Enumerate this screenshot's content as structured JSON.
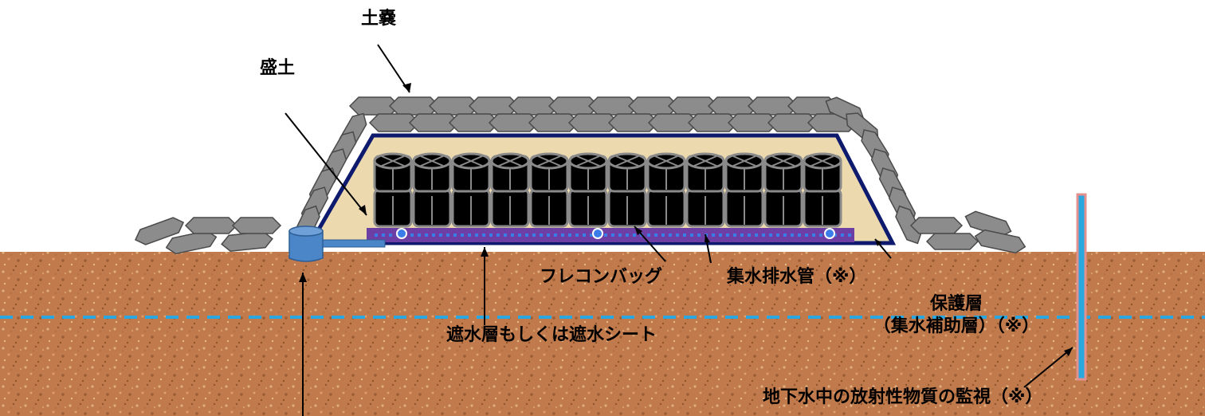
{
  "labels": {
    "sandbag": "土嚢",
    "embankment": "盛土",
    "flexible_container": "フレコンバッグ",
    "drain_pipe": "集水排水管（※）",
    "liner": "遮水層もしくは遮水シート",
    "protective_layer_line1": "保護層",
    "protective_layer_line2": "（集水補助層）（※）",
    "groundwater_monitoring": "地下水中の放射性物質の監視（※）"
  },
  "colors": {
    "soil": "#c07a4c",
    "soil_light": "#d9a172",
    "embankment_fill": "#ecd9ae",
    "liner_outline": "#0d1a6e",
    "drain_layer": "#6d3fa4",
    "drain_dots": "#3b7de8",
    "sandbag_fill": "#8c8c8c",
    "sandbag_stroke": "#4a4a4a",
    "container_fill": "#000000",
    "container_stroke": "#8a8a8a",
    "groundwater_line": "#2aa7e0",
    "monitor_well": "#29a8e0",
    "monitor_well_outline": "#e3908e",
    "catch_basin": "#4a86c8"
  },
  "counts": {
    "containers_per_row": 12
  }
}
